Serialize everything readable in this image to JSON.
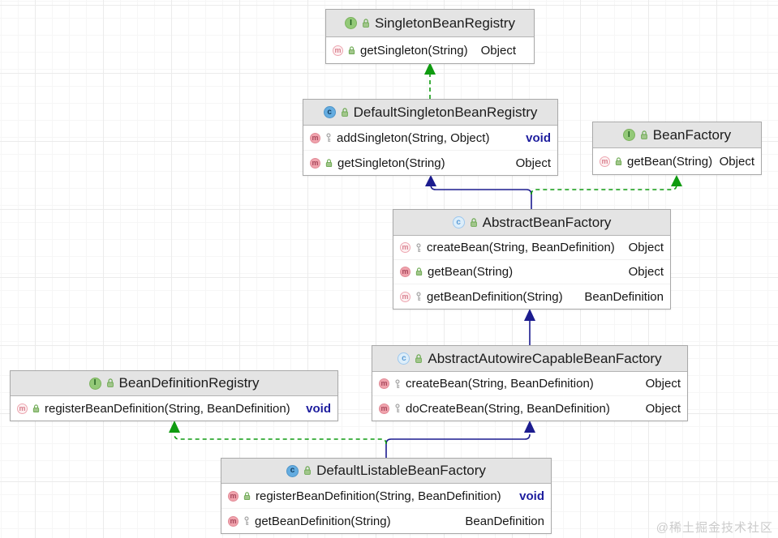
{
  "colors": {
    "extends_edge": "#1c1c8f",
    "implements_edge": "#0f9b10",
    "keyword_type": "#1d1d9e"
  },
  "icons": {
    "interface_letter": "I",
    "class_letter": "c",
    "method_letter": "m"
  },
  "watermark": "@稀土掘金技术社区",
  "classes": [
    {
      "name": "SingletonBeanRegistry",
      "kind": "interface",
      "methods": [
        {
          "signature": "getSingleton(String)",
          "returns": "Object",
          "visibility": "public",
          "abstract": true
        }
      ]
    },
    {
      "name": "DefaultSingletonBeanRegistry",
      "kind": "class",
      "methods": [
        {
          "signature": "addSingleton(String, Object)",
          "returns": "void",
          "visibility": "protected",
          "abstract": false
        },
        {
          "signature": "getSingleton(String)",
          "returns": "Object",
          "visibility": "public",
          "abstract": false
        }
      ]
    },
    {
      "name": "BeanFactory",
      "kind": "interface",
      "methods": [
        {
          "signature": "getBean(String)",
          "returns": "Object",
          "visibility": "public",
          "abstract": true
        }
      ]
    },
    {
      "name": "AbstractBeanFactory",
      "kind": "abstract-class",
      "methods": [
        {
          "signature": "createBean(String, BeanDefinition)",
          "returns": "Object",
          "visibility": "protected",
          "abstract": true
        },
        {
          "signature": "getBean(String)",
          "returns": "Object",
          "visibility": "public",
          "abstract": false
        },
        {
          "signature": "getBeanDefinition(String)",
          "returns": "BeanDefinition",
          "visibility": "protected",
          "abstract": true
        }
      ]
    },
    {
      "name": "AbstractAutowireCapableBeanFactory",
      "kind": "abstract-class",
      "methods": [
        {
          "signature": "createBean(String, BeanDefinition)",
          "returns": "Object",
          "visibility": "protected",
          "abstract": false
        },
        {
          "signature": "doCreateBean(String, BeanDefinition)",
          "returns": "Object",
          "visibility": "protected",
          "abstract": false
        }
      ]
    },
    {
      "name": "BeanDefinitionRegistry",
      "kind": "interface",
      "methods": [
        {
          "signature": "registerBeanDefinition(String, BeanDefinition)",
          "returns": "void",
          "visibility": "public",
          "abstract": true
        }
      ]
    },
    {
      "name": "DefaultListableBeanFactory",
      "kind": "class",
      "methods": [
        {
          "signature": "registerBeanDefinition(String, BeanDefinition)",
          "returns": "void",
          "visibility": "public",
          "abstract": false
        },
        {
          "signature": "getBeanDefinition(String)",
          "returns": "BeanDefinition",
          "visibility": "protected",
          "abstract": false
        }
      ]
    }
  ],
  "edges": [
    {
      "from": "DefaultSingletonBeanRegistry",
      "to": "SingletonBeanRegistry",
      "type": "implements"
    },
    {
      "from": "AbstractBeanFactory",
      "to": "DefaultSingletonBeanRegistry",
      "type": "extends"
    },
    {
      "from": "AbstractBeanFactory",
      "to": "BeanFactory",
      "type": "implements"
    },
    {
      "from": "AbstractAutowireCapableBeanFactory",
      "to": "AbstractBeanFactory",
      "type": "extends"
    },
    {
      "from": "DefaultListableBeanFactory",
      "to": "AbstractAutowireCapableBeanFactory",
      "type": "extends"
    },
    {
      "from": "DefaultListableBeanFactory",
      "to": "BeanDefinitionRegistry",
      "type": "implements"
    }
  ]
}
